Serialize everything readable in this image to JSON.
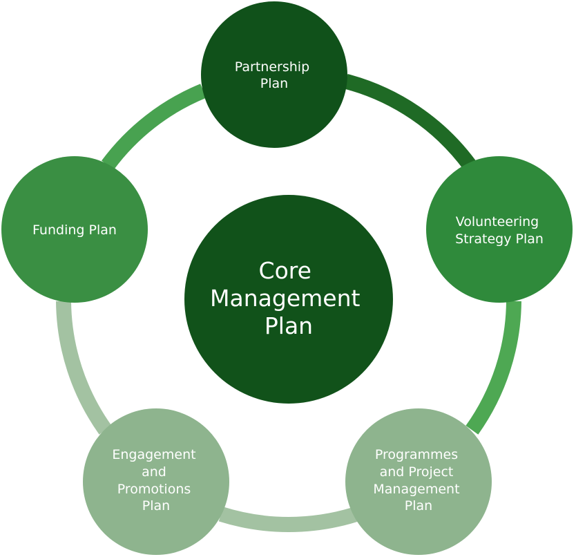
{
  "diagram": {
    "center": {
      "lines": [
        "Core",
        "Management",
        "Plan"
      ],
      "color": "#11521a"
    },
    "nodes": [
      {
        "id": "partnership",
        "lines": [
          "Partnership",
          "Plan"
        ],
        "color": "#10511a"
      },
      {
        "id": "volunteering",
        "lines": [
          "Volunteering",
          "Strategy Plan"
        ],
        "color": "#2f8a3b"
      },
      {
        "id": "programmes",
        "lines": [
          "Programmes",
          "and Project",
          "Management",
          "Plan"
        ],
        "color": "#8eb48e"
      },
      {
        "id": "engagement",
        "lines": [
          "Engagement",
          "and",
          "Promotions",
          "Plan"
        ],
        "color": "#8eb48e"
      },
      {
        "id": "funding",
        "lines": [
          "Funding Plan"
        ],
        "color": "#3a8f43"
      }
    ],
    "connectors": [
      {
        "from": "partnership",
        "to": "volunteering",
        "color": "#1f6a25"
      },
      {
        "from": "volunteering",
        "to": "programmes",
        "color": "#4ea853"
      },
      {
        "from": "programmes",
        "to": "engagement",
        "color": "#a3c2a2"
      },
      {
        "from": "engagement",
        "to": "funding",
        "color": "#a3c2a2"
      },
      {
        "from": "funding",
        "to": "partnership",
        "color": "#48a250"
      }
    ]
  }
}
